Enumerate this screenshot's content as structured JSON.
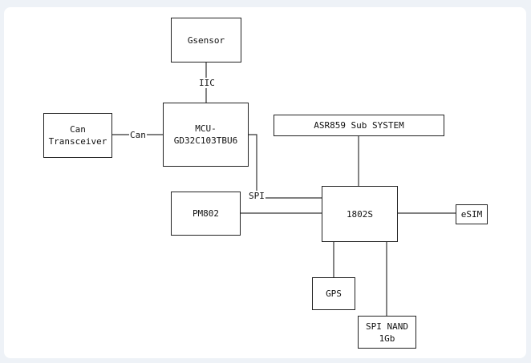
{
  "diagram": {
    "blocks": {
      "gsensor": "Gsensor",
      "mcu": [
        "MCU-",
        "GD32C103TBU6"
      ],
      "can_transceiver": [
        "Can",
        "Transceiver"
      ],
      "asr": "ASR859 Sub SYSTEM",
      "pm": "PM802",
      "soc": "1802S",
      "esim": "eSIM",
      "gps": "GPS",
      "nand": [
        "SPI NAND",
        "1Gb"
      ]
    },
    "links": {
      "iic": "IIC",
      "can": "Can",
      "spi": "SPI"
    }
  }
}
